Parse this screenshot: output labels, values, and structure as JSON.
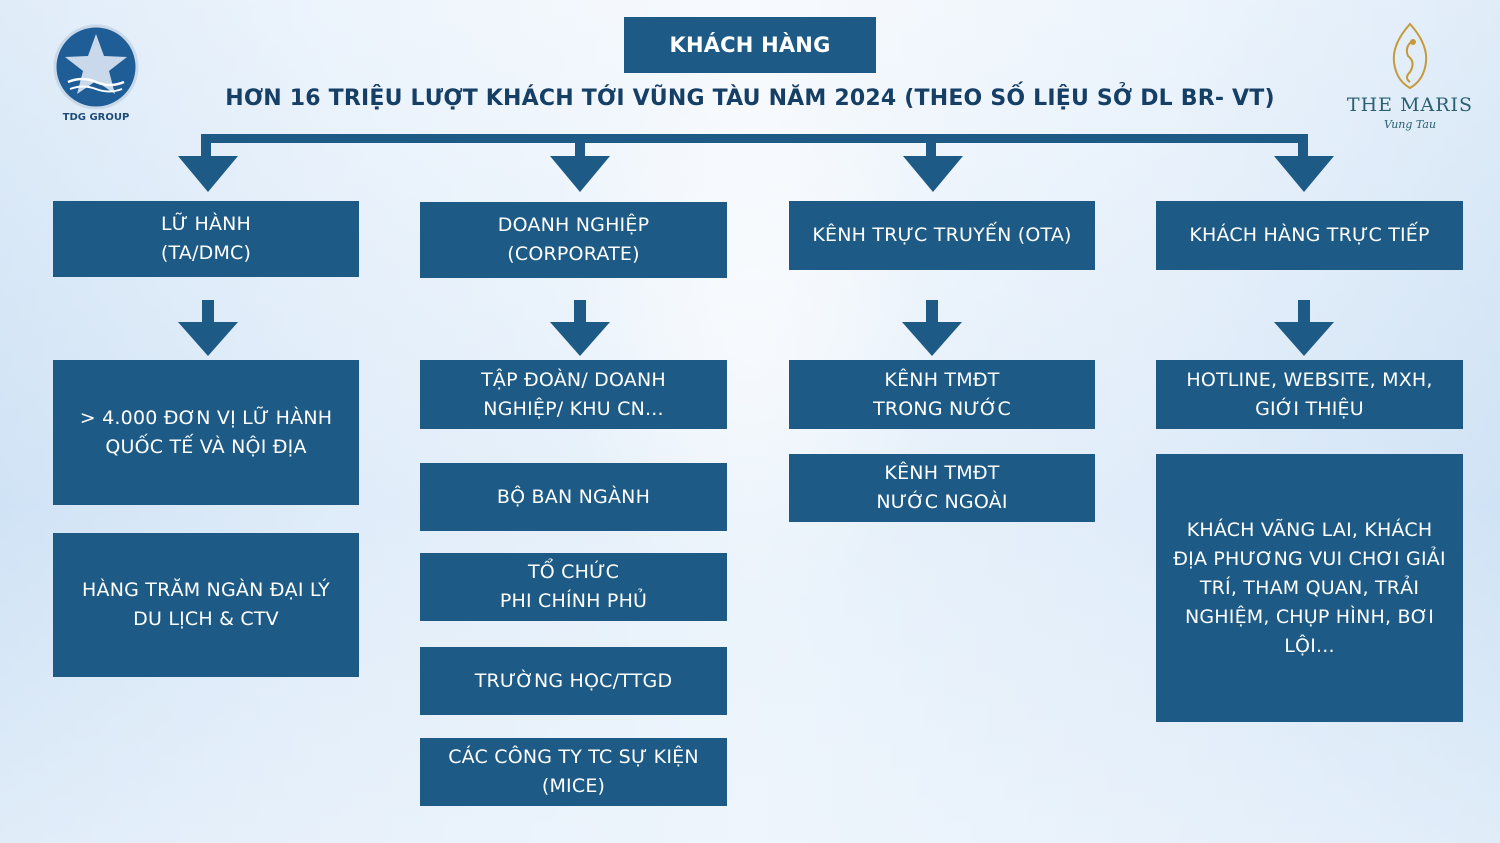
{
  "header": {
    "title": "KHÁCH HÀNG",
    "subtitle": "HƠN 16 TRIỆU LƯỢT KHÁCH TỚI VŨNG TÀU NĂM 2024 (THEO SỐ LIỆU SỞ DL BR- VT)"
  },
  "logos": {
    "left_label": "TDG GROUP",
    "right_name": "THE MARIS",
    "right_sub": "Vung Tau"
  },
  "colors": {
    "box": "#1d5a85",
    "arrow": "#1d5a85",
    "subtitle": "#163f66"
  },
  "columns": [
    {
      "header": "LỮ HÀNH\n(TA/DMC)",
      "items": [
        "> 4.000 ĐƠN VỊ LỮ HÀNH\nQUỐC TẾ VÀ NỘI ĐỊA",
        "HÀNG TRĂM NGÀN ĐẠI LÝ\nDU LỊCH & CTV"
      ]
    },
    {
      "header": "DOANH NGHIỆP\n(CORPORATE)",
      "items": [
        "TẬP ĐOÀN/ DOANH\nNGHIỆP/ KHU CN...",
        "BỘ BAN NGÀNH",
        "TỔ CHỨC\nPHI CHÍNH PHỦ",
        "TRƯỜNG HỌC/TTGD",
        "CÁC CÔNG TY TC SỰ KIỆN\n(MICE)"
      ]
    },
    {
      "header": "KÊNH TRỰC TRUYẾN (OTA)",
      "items": [
        "KÊNH TMĐT\nTRONG NƯỚC",
        "KÊNH TMĐT\nNƯỚC NGOÀI"
      ]
    },
    {
      "header": "KHÁCH HÀNG TRỰC TIẾP",
      "items": [
        "HOTLINE, WEBSITE, MXH,\nGIỚI THIỆU",
        "KHÁCH VÃNG LAI, KHÁCH\nĐỊA PHƯƠNG VUI CHƠI GIẢI\nTRÍ, THAM QUAN, TRẢI\nNGHIỆM, CHỤP HÌNH, BƠI\nLỘI..."
      ]
    }
  ]
}
